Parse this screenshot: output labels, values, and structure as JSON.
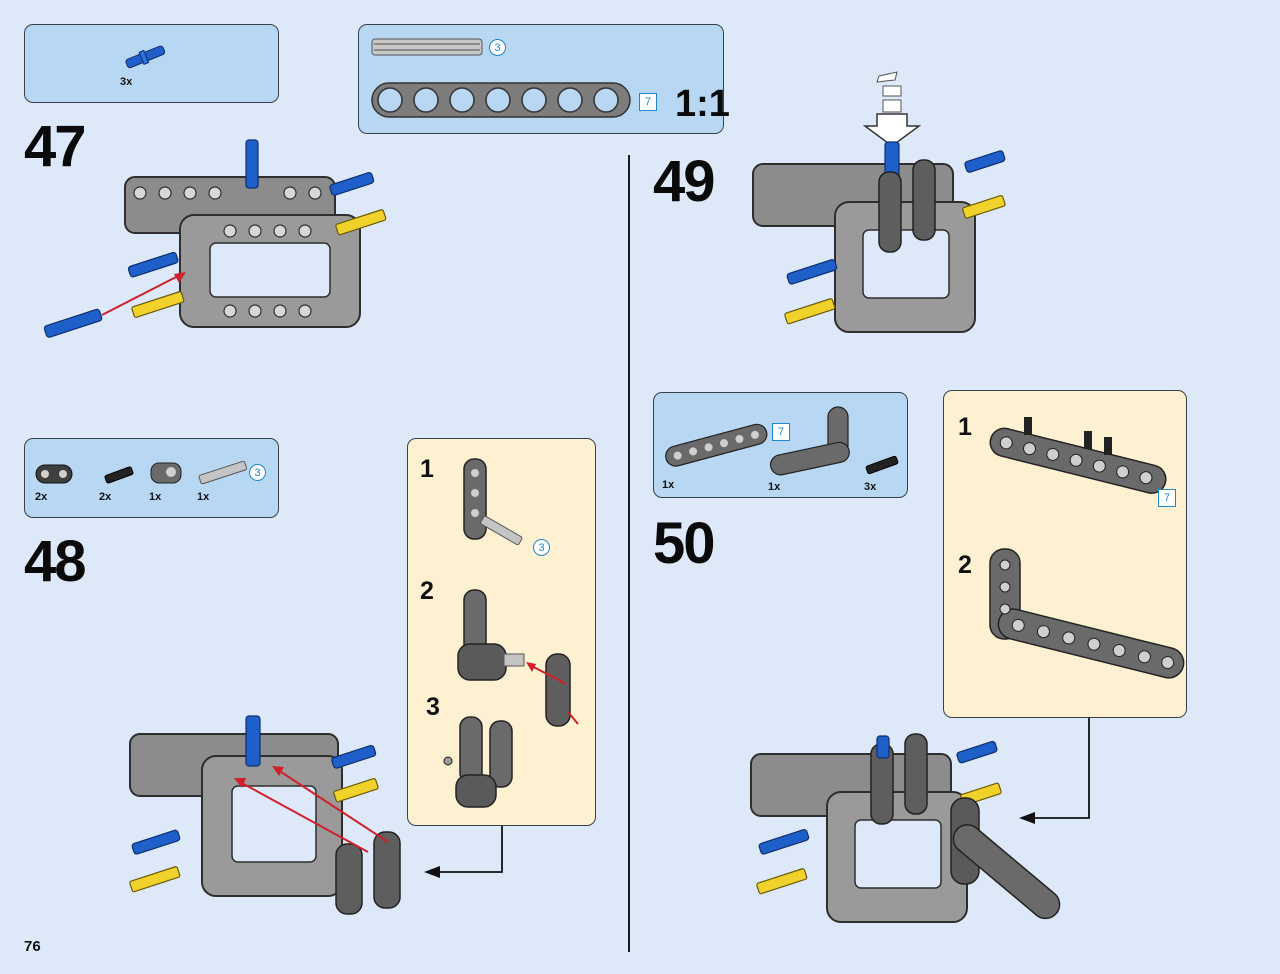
{
  "page_number": "76",
  "scale_label": "1:1",
  "steps": {
    "s47": {
      "number": "47",
      "parts": [
        {
          "qty": "3x",
          "icon": "blue-pin-icon"
        }
      ]
    },
    "s48": {
      "number": "48",
      "parts": [
        {
          "qty": "2x",
          "icon": "dark-connector-icon"
        },
        {
          "qty": "2x",
          "icon": "black-pin-icon"
        },
        {
          "qty": "1x",
          "icon": "gray-cross-block-icon"
        },
        {
          "qty": "1x",
          "icon": "gray-axle-icon",
          "length": "3"
        }
      ],
      "subassembly": [
        {
          "number": "1",
          "length": "3"
        },
        {
          "number": "2"
        },
        {
          "number": "3"
        }
      ]
    },
    "s49": {
      "number": "49"
    },
    "s50": {
      "number": "50",
      "parts": [
        {
          "qty": "1x",
          "icon": "dark-beam-icon",
          "length": "7"
        },
        {
          "qty": "1x",
          "icon": "dark-bent-beam-icon"
        },
        {
          "qty": "3x",
          "icon": "black-pin-icon"
        }
      ],
      "subassembly": [
        {
          "number": "1",
          "length": "7"
        },
        {
          "number": "2"
        }
      ]
    }
  },
  "ruler": {
    "axle_length": "3",
    "beam_length": "7"
  },
  "colors": {
    "background": "#dde9f8",
    "parts_panel": "#b8d7f3",
    "sub_panel": "#fdf1d1",
    "accent": "#1e88c8",
    "arrow": "#d0202a"
  }
}
